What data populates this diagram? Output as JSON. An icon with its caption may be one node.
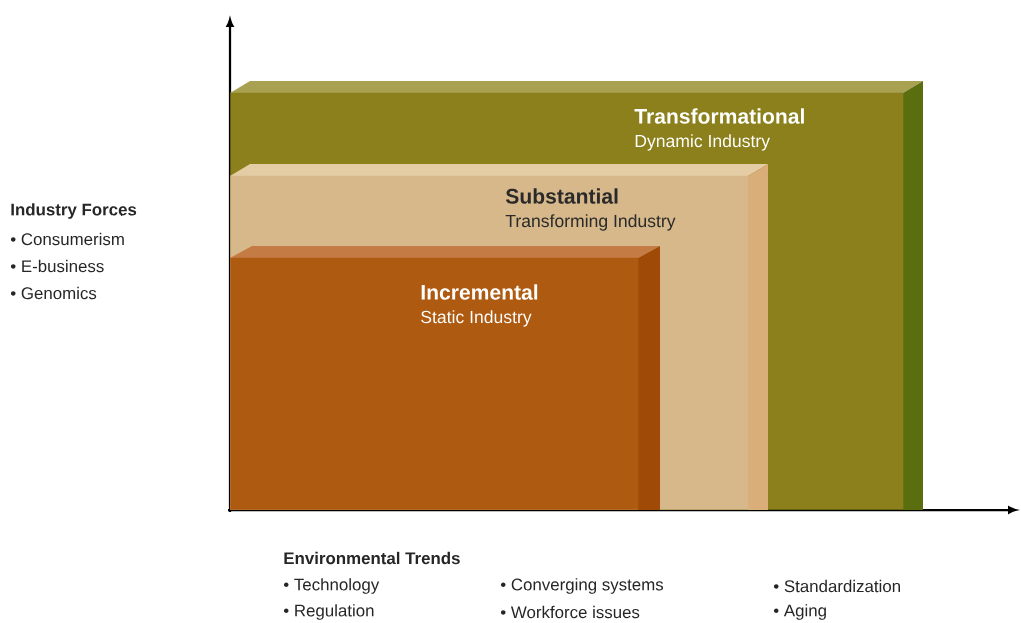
{
  "diagram": {
    "nodes": [
      {
        "text": [
          "Transformational",
          "Dynamic Industry"
        ]
      },
      {
        "text": [
          "Substantial",
          "Transforming Industry"
        ],
        "in": 0
      },
      {
        "text": [
          "Incremental",
          "Static Industry"
        ],
        "in": 1
      }
    ],
    "labels": [
      "Industry Forces",
      "• Consumerism",
      "• E-business",
      "• Genomics",
      "Environmental Trends",
      "• Technology",
      "• Converging systems",
      "• Standardization",
      "• Regulation",
      "• Workforce issues",
      "• Aging"
    ]
  }
}
